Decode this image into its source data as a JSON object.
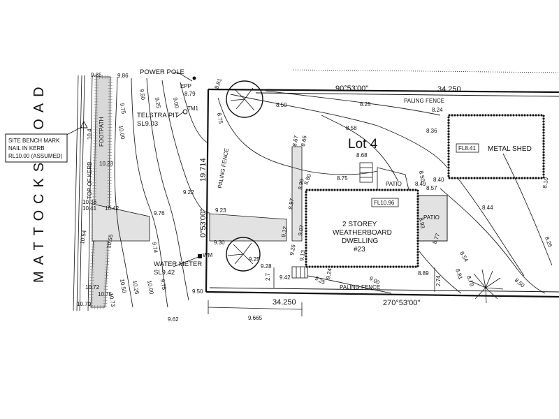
{
  "road_name": "MATTOCKS ROAD",
  "lot_label": "Lot 4",
  "bearings": {
    "top": "90°53'00\"",
    "bottom": "270°53'00\"",
    "left": "0°53'00\""
  },
  "distances": {
    "top": "34.250",
    "bottom": "34.250",
    "left": "19.714",
    "offset_bottom": "9.665",
    "offset_2_7": "2.7",
    "offset_2_74": "2.74"
  },
  "labels": {
    "benchmark_1": "SITE BENCH MARK",
    "benchmark_2": "NAIL IN KERB",
    "benchmark_3": "RL10.00 (ASSUMED)",
    "power_pole": "POWER POLE",
    "epp": "EPP",
    "telstra_pit": "TELSTRA PIT",
    "telstra_sl": "SL9.03",
    "tm1": "TM1",
    "water_meter": "WATER METER",
    "water_sl": "SL9.42",
    "wm": "WM",
    "footpath": "FOOTPATH",
    "top_of_kerb": "TOP OF KERB",
    "paling_fence": "PALING FENCE",
    "metal_shed": "METAL SHED",
    "shed_fl": "FL8.41",
    "patio": "PATIO",
    "dwelling_fl": "FL10.96",
    "dwelling_1": "2 STOREY",
    "dwelling_2": "WEATHERBOARD",
    "dwelling_3": "DWELLING",
    "dwelling_4": "#23"
  },
  "levels": {
    "l_9_85": "9.85",
    "l_9_86": "9.86",
    "l_9_75a": "9.75",
    "l_9_50a": "9.50",
    "l_9_25a": "9.25",
    "l_9_00a": "9.00",
    "l_8_79": "8.79",
    "l_8_81": "8.81",
    "l_8_75a": "8.75",
    "l_8_50a": "8.50",
    "l_8_25a": "8.25",
    "l_8_24": "8.24",
    "l_8_58": "8.58",
    "l_8_36": "8.36",
    "l_8_67": "8.67",
    "l_8_66": "8.66",
    "l_8_68": "8.68",
    "l_8_80": "8.80",
    "l_8_75b": "8.75",
    "l_8_50b": "8.50",
    "l_8_49": "8.49",
    "l_8_40": "8.40",
    "l_8_57": "8.57",
    "l_8_10": "8.10",
    "l_8_44": "8.44",
    "l_8_25b": "8.25",
    "l_8_97": "8.97",
    "l_8_99": "8.99",
    "l_9_22": "9.22",
    "l_9_23": "9.23",
    "l_9_76": "9.76",
    "l_10_41a": "10.41",
    "l_10_42": "10.42",
    "l_10_23": "10.23",
    "l_10_00a": "10.00",
    "l_10_4": "10.4",
    "l_10_36": "10.36",
    "l_10_54": "10.54",
    "l_10_55": "10.55",
    "l_9_74": "9.74",
    "l_9_30": "9.30",
    "l_9_12": "9.12",
    "l_9_07": "9.07",
    "l_9_25b": "9.25",
    "l_9_28": "9.28",
    "l_9_26": "9.26",
    "l_9_13": "9.13",
    "l_9_42": "9.42",
    "l_9_24": "9.24",
    "l_9_25c": "9.25",
    "l_9_00b": "9.00",
    "l_8_89": "8.89",
    "l_8_93": "8.93",
    "l_8_77": "8.77",
    "l_8_54": "8.54",
    "l_8_81b": "8.81",
    "l_8_78": "8.78",
    "l_8_50c": "8.50",
    "l_10_72": "10.72",
    "l_10_75": "10.75",
    "l_10_79": "10.79",
    "l_10_73": "10.73",
    "l_10_50": "10.50",
    "l_10_25": "10.25",
    "l_10_00b": "10.00",
    "l_9_75b": "9.75",
    "l_9_62": "9.62",
    "l_9_50b": "9.50"
  }
}
